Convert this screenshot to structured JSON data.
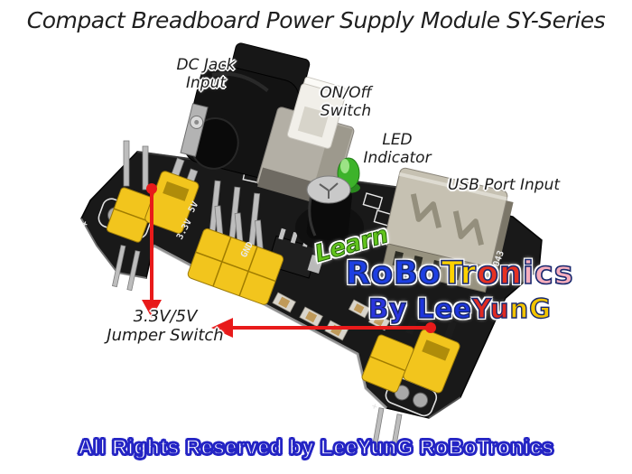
{
  "title": {
    "text": "Compact Breadboard Power Supply Module SY-Series"
  },
  "annotations": {
    "dc_jack": {
      "line1": "DC Jack",
      "line2": "Input"
    },
    "power_switch": {
      "line1": "ON/Off",
      "line2": "Switch"
    },
    "led": {
      "line1": "LED",
      "line2": "Indicator"
    },
    "usb": {
      "text": "USB Port Input"
    },
    "jumper": {
      "line1": "3.3V/5V",
      "line2": "Jumper Switch"
    }
  },
  "board_silkscreen": {
    "gnd": "GND",
    "v5": "5V",
    "v33": "3.3V",
    "plus_left": "+",
    "plus_right": "+",
    "code": "043"
  },
  "watermark": {
    "learn": "Learn",
    "robotronics_segments": [
      {
        "text": "RoBo",
        "color": "#1d3fe3"
      },
      {
        "text": "Tr",
        "color": "#ffd200"
      },
      {
        "text": "on",
        "color": "#e63122"
      },
      {
        "text": "ics",
        "color": "#f7aebd"
      }
    ],
    "byline_segments": [
      {
        "text": "By ",
        "color": "#2a35df"
      },
      {
        "text": "Lee",
        "color": "#1d35df"
      },
      {
        "text": "Yu",
        "color": "#e02a22"
      },
      {
        "text": "nG",
        "color": "#f2c400"
      }
    ]
  },
  "footer": {
    "text": "All Rights Reserved by LeeYunG RoBoTronics"
  },
  "colors": {
    "arrow_red": "#e81a1a",
    "board_black": "#191919",
    "component_yellow": "#f2c51d",
    "led_green": "#3db32a",
    "footer_blue": "#2424c4"
  }
}
